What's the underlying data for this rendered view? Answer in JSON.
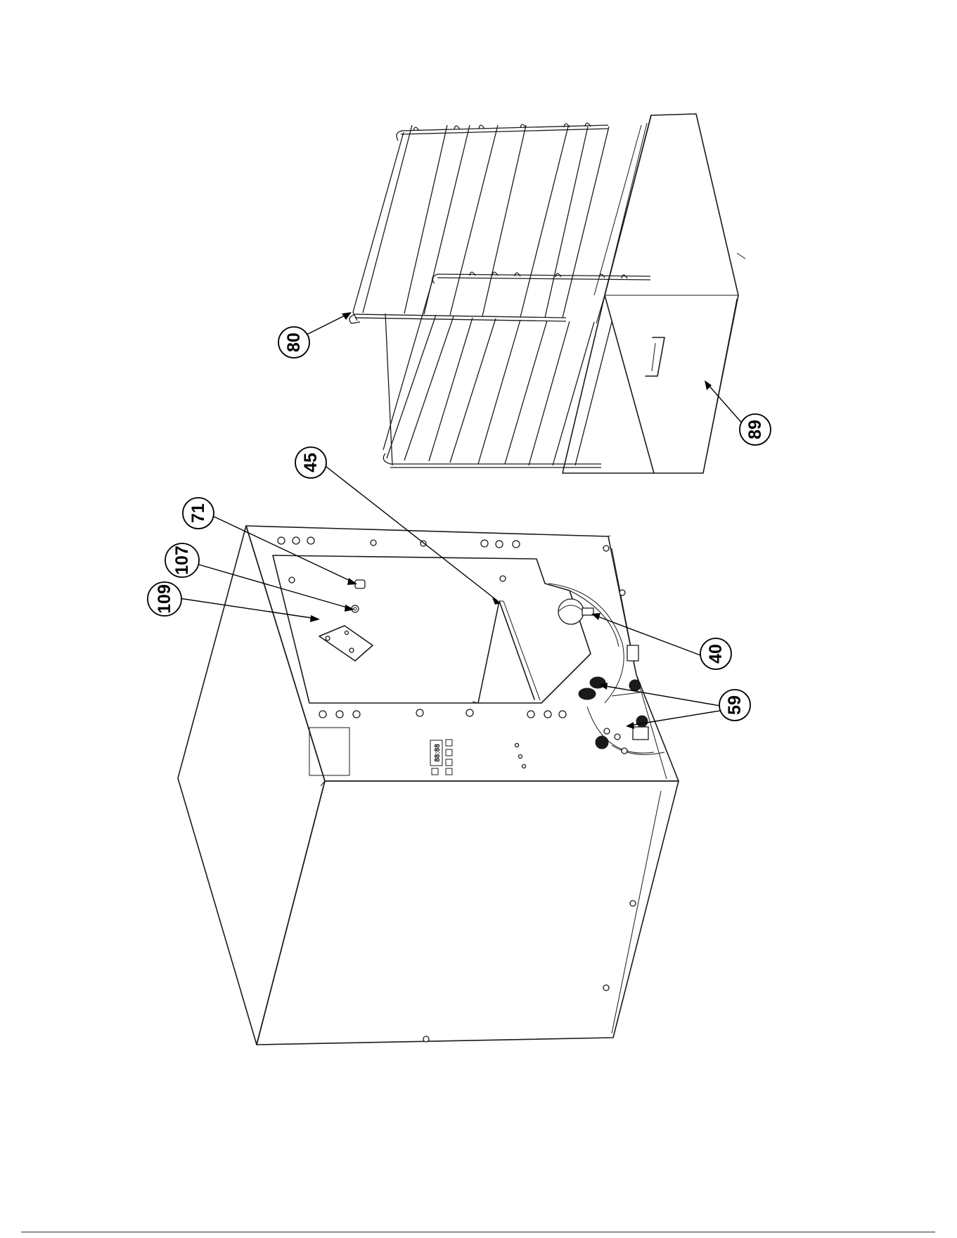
{
  "callouts": [
    {
      "id": "c80",
      "label": "80"
    },
    {
      "id": "c89",
      "label": "89"
    },
    {
      "id": "c45",
      "label": "45"
    },
    {
      "id": "c71",
      "label": "71"
    },
    {
      "id": "c107",
      "label": "107"
    },
    {
      "id": "c109",
      "label": "109"
    },
    {
      "id": "c40",
      "label": "40"
    },
    {
      "id": "c59",
      "label": "59"
    }
  ],
  "display": {
    "readout": "88:88"
  }
}
